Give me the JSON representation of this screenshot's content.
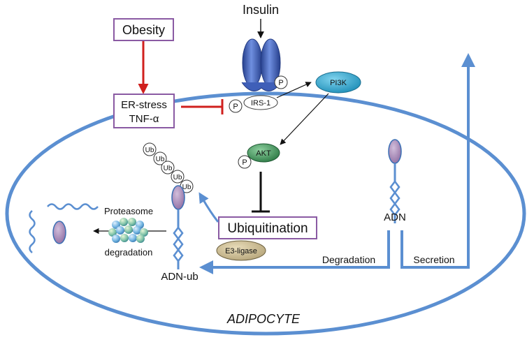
{
  "labels": {
    "insulin": "Insulin",
    "obesity": "Obesity",
    "er_stress": "ER-stress",
    "tnf_alpha": "TNF-α",
    "irs1": "IRS-1",
    "pi3k": "PI3K",
    "akt": "AKT",
    "phospho": "P",
    "ubiquitin": "Ub",
    "ubiquitination": "Ubiquitination",
    "e3_ligase": "E3-ligase",
    "proteasome": "Proteasome",
    "degradation_small": "degradation",
    "adn_ub": "ADN-ub",
    "adn": "ADN",
    "degradation_arrow": "Degradation",
    "secretion": "Secretion",
    "cell_label": "ADIPOCYTE"
  },
  "colors": {
    "membrane": "#5b8fd1",
    "receptor": "#3f5fb8",
    "activation_box_border": "#8a5aa3",
    "inhibition": "#d0201e",
    "pi3k": "#37a7cc",
    "akt": "#3a8a52",
    "e3_ligase": "#c8b88e",
    "adiponectin_head": "#a98ab8",
    "adiponectin_tail": "#5b8fd1",
    "proteasome": "#7fb7a4"
  }
}
